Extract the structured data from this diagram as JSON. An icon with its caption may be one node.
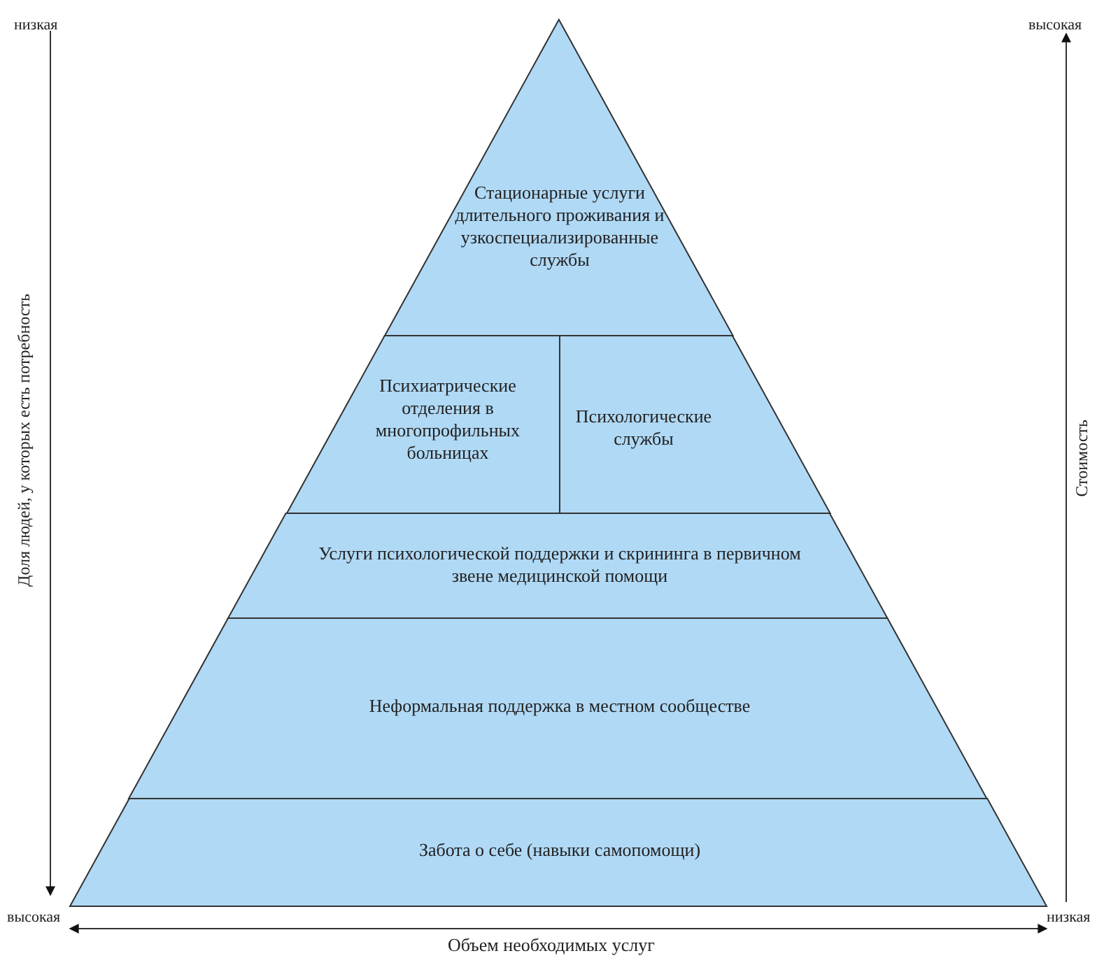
{
  "diagram": {
    "nodes": [
      {
        "text": [
          "Стационарные услуги длительного проживания и узкоспециализированные службы"
        ]
      },
      {
        "text": [
          "Психиатрические отделения в многопрофильных больницах"
        ]
      },
      {
        "text": [
          "Психологические службы"
        ]
      },
      {
        "text": [
          "Услуги психологической поддержки и скрининга в первичном звене медицинской помощи"
        ]
      },
      {
        "text": [
          "Неформальная поддержка в местном сообществе"
        ]
      },
      {
        "text": [
          "Забота о себе (навыки самопомощи)"
        ]
      }
    ],
    "edges": [],
    "labels": [
      "низкая",
      "высокая",
      "Доля людей, у которых есть потребность",
      "Стоимость",
      "высокая",
      "низкая",
      "Объем необходимых услуг"
    ]
  }
}
